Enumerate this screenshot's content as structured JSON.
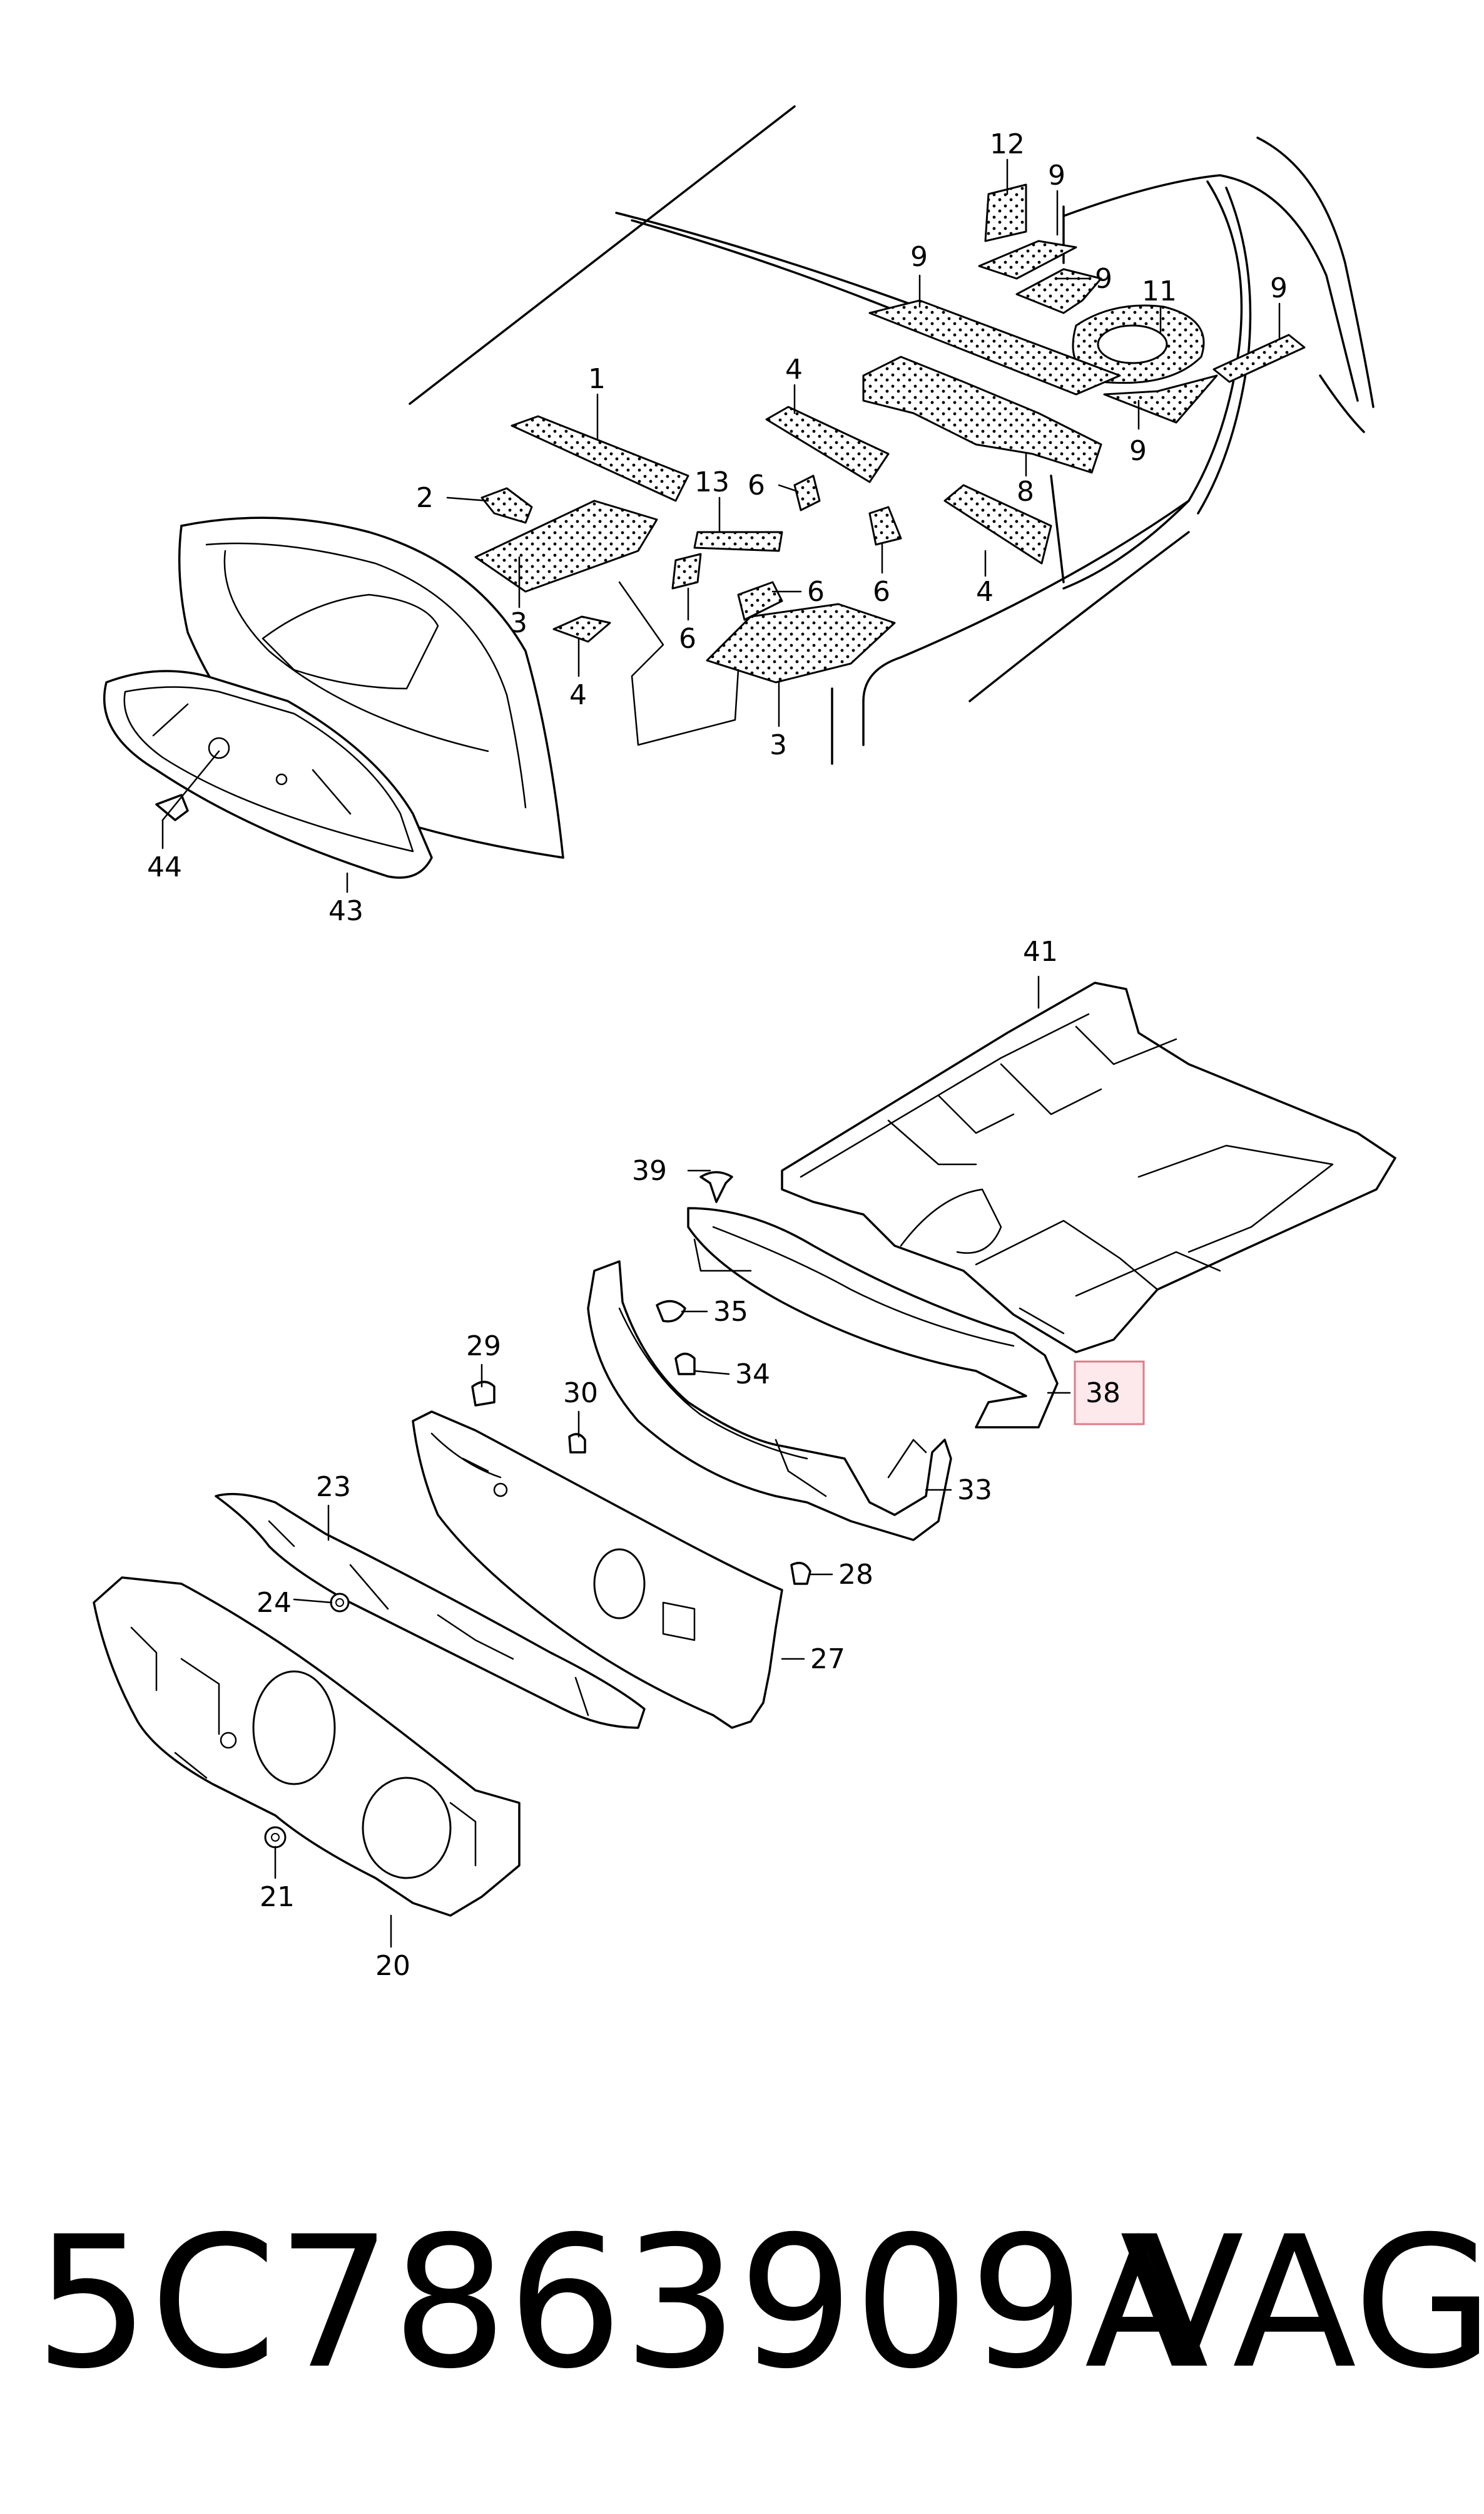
{
  "callouts": {
    "c1": "1",
    "c2": "2",
    "c3a": "3",
    "c3b": "3",
    "c4a": "4",
    "c4b": "4",
    "c4c": "4",
    "c6a": "6",
    "c6b": "6",
    "c6c": "6",
    "c6d": "6",
    "c8": "8",
    "c9a": "9",
    "c9b": "9",
    "c9c": "9",
    "c9d": "9",
    "c9e": "9",
    "c11": "11",
    "c12": "12",
    "c13": "13",
    "c20": "20",
    "c21": "21",
    "c23": "23",
    "c24": "24",
    "c27": "27",
    "c28": "28",
    "c29": "29",
    "c30": "30",
    "c33": "33",
    "c34": "34",
    "c35": "35",
    "c38": "38",
    "c39": "39",
    "c41": "41",
    "c43": "43",
    "c44": "44"
  },
  "highlighted_callout": "38",
  "colors": {
    "line": "#000000",
    "highlight_fill": "#fde8ec",
    "highlight_border": "#e07a8a"
  },
  "footer": {
    "part_number": "5C7863909A",
    "brand": "VAG"
  }
}
